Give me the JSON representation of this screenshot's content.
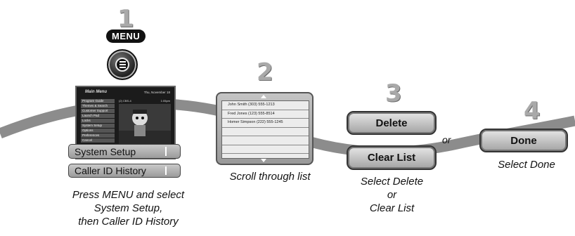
{
  "steps": [
    "1",
    "2",
    "3",
    "4"
  ],
  "step1": {
    "menu_label": "MENU",
    "tv": {
      "title": "Main Menu",
      "date": "Thu, November 18",
      "channel": "(2) CBS-4",
      "time": "1:05pm",
      "menu_items": [
        "Program Guide",
        "Themes & Search",
        "Customer Support",
        "Launch Pad",
        "Locks",
        "System Setup",
        "Options",
        "Preferences",
        "Cancel"
      ],
      "program_title": "Dragon Booster",
      "program_time": "1:00pm - 1:30pm 99"
    },
    "buttons": [
      "System Setup",
      "Caller ID History"
    ],
    "caption": [
      "Press MENU and select",
      "System Setup,",
      "then Caller ID History"
    ]
  },
  "step2": {
    "entries": [
      "John Smith  (303) 555-1213",
      "Fred Jones  (123) 555-8514",
      "Homer Simpson  (222) 555-1245"
    ],
    "caption": "Scroll through list"
  },
  "step3": {
    "delete_label": "Delete",
    "clear_label": "Clear List",
    "or_label": "or",
    "caption": [
      "Select Delete",
      "or",
      "Clear List"
    ]
  },
  "step4": {
    "done_label": "Done",
    "caption": "Select Done"
  }
}
